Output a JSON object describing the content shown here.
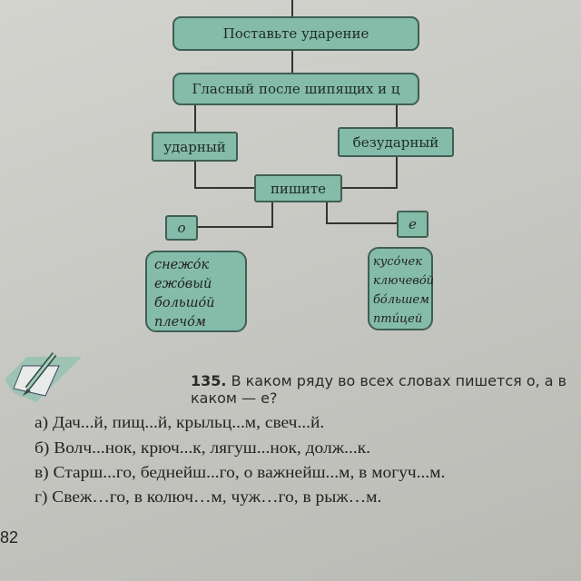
{
  "diagram": {
    "top": "Поставьте ударение",
    "main": "Гласный после шипящих и ц",
    "stressed": "ударный",
    "unstressed": "безударный",
    "write": "пишите",
    "o": "о",
    "e": "е",
    "o_words": [
      "снежо́к",
      "ежо́вый",
      "большо́й",
      "плечо́м"
    ],
    "e_words": [
      "кусо́чек",
      "ключево́й",
      "бо́льшем",
      "пти́цей"
    ]
  },
  "exercise": {
    "number": "135.",
    "question": "В каком ряду во всех словах пишется о, а в каком — е?",
    "options": [
      "а) Дач...й, пищ...й, крыльц...м, свеч...й.",
      "б) Волч...нок, крюч...к, лягуш...нок, долж...к.",
      "в) Старш...го, беднейш...го, о важнейш...м, в могуч...м.",
      "г) Свеж…го, в колюч…м, чуж…го, в рыж…м."
    ]
  },
  "page_number": "82"
}
